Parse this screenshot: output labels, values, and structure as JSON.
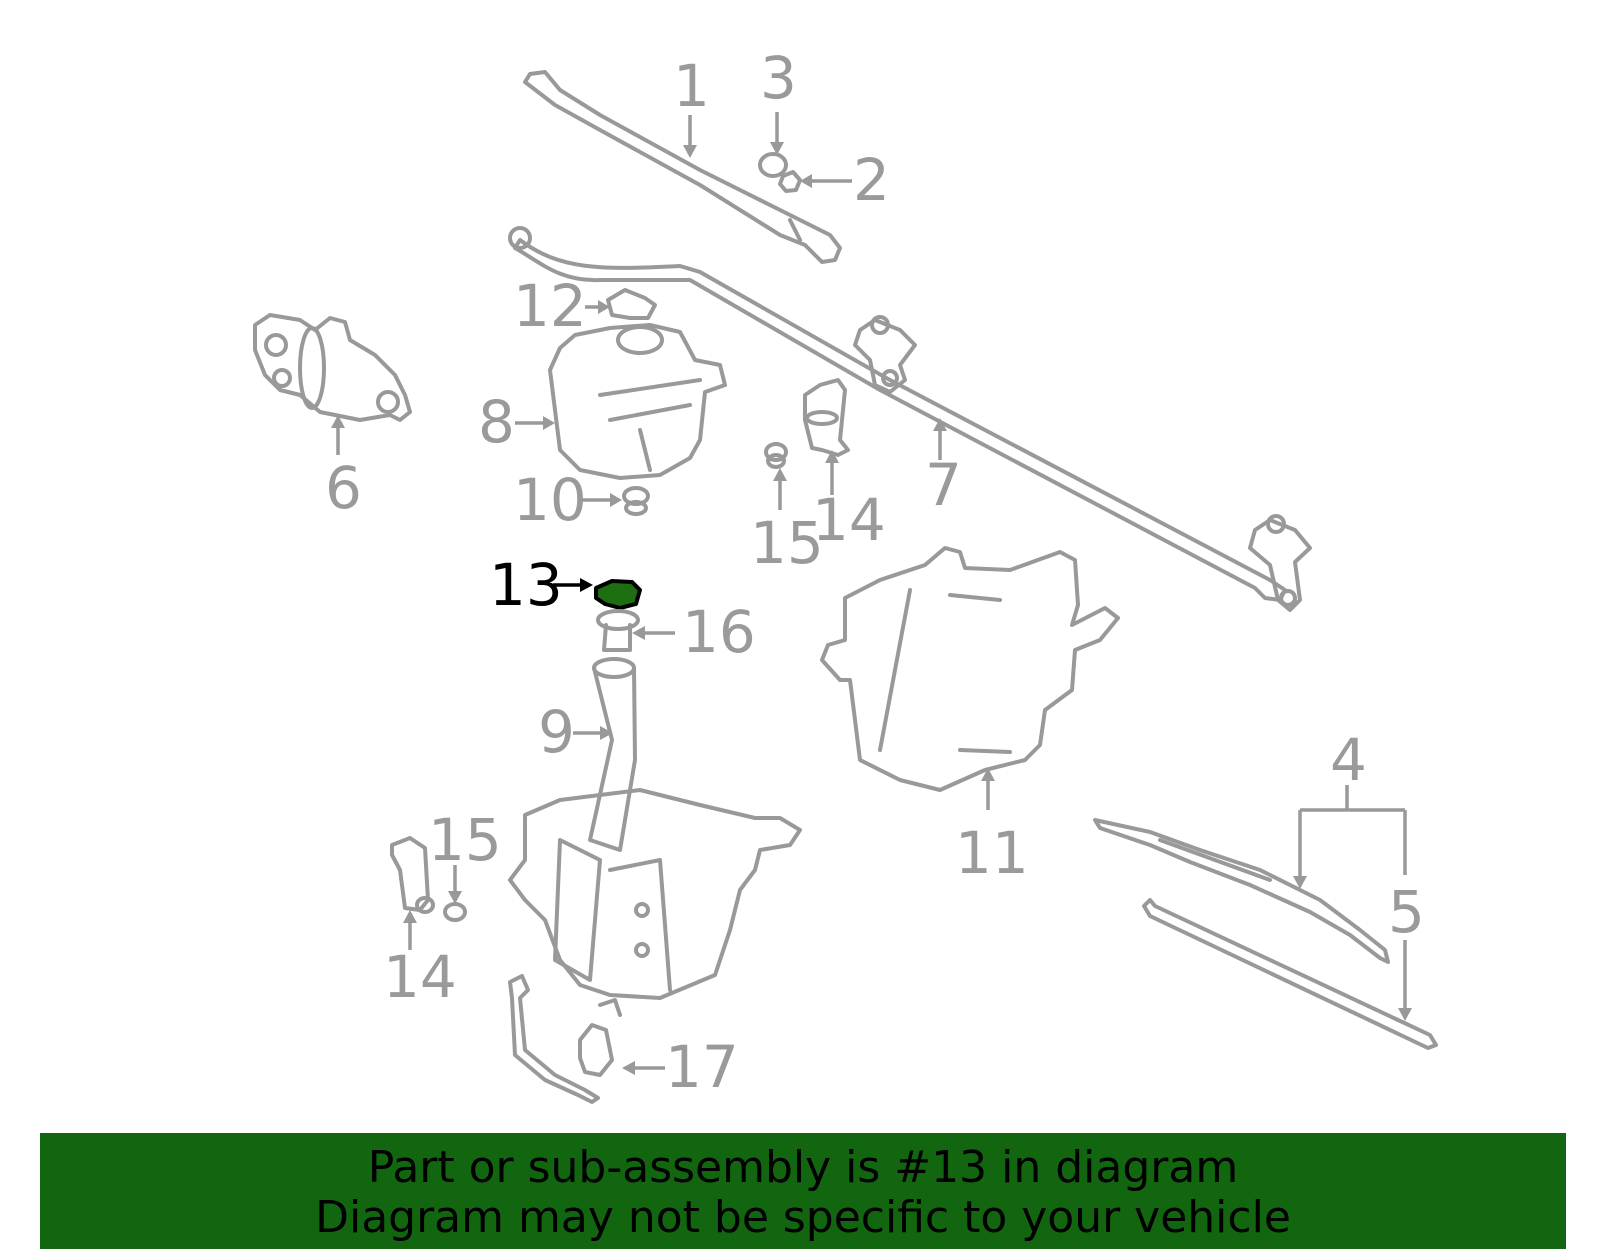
{
  "callouts": {
    "c1": "1",
    "c2": "2",
    "c3": "3",
    "c4": "4",
    "c5": "5",
    "c6": "6",
    "c7": "7",
    "c8": "8",
    "c9": "9",
    "c10": "10",
    "c11": "11",
    "c12": "12",
    "c13": "13",
    "c14a": "14",
    "c14b": "14",
    "c15a": "15",
    "c15b": "15",
    "c16": "16",
    "c17": "17"
  },
  "highlight": {
    "part_number": "13",
    "color": "#1d6e10"
  },
  "banner": {
    "line1": "Part or sub-assembly is #13 in diagram",
    "line2": "Diagram may not be specific to your vehicle",
    "background": "#126610"
  },
  "colors": {
    "line_art": "#999999",
    "text": "#000000"
  }
}
